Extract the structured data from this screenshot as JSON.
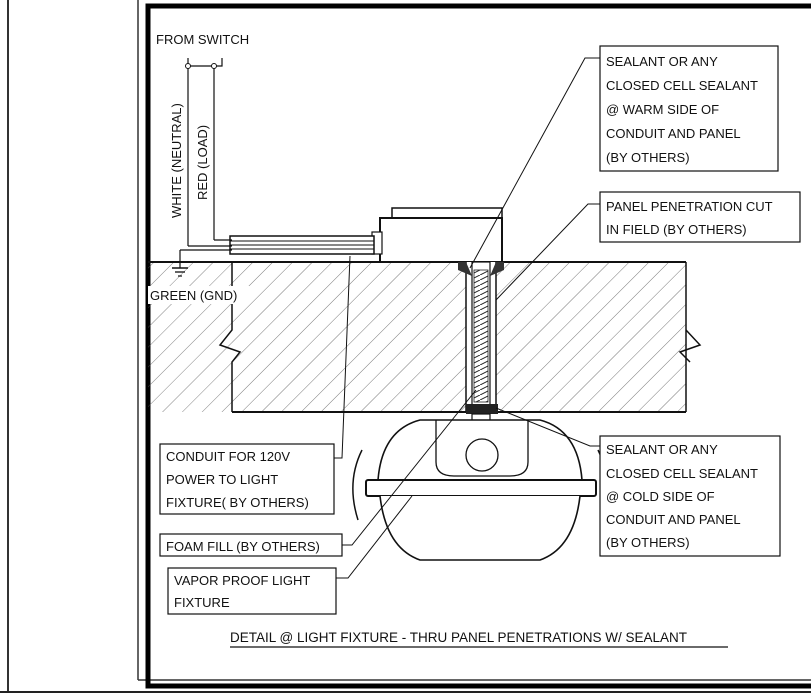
{
  "wires": {
    "from_switch": "FROM SWITCH",
    "white": "WHITE (NEUTRAL)",
    "red": "RED (LOAD)",
    "green": "GREEN (GND)"
  },
  "callouts": {
    "warm_sealant": [
      "SEALANT OR ANY",
      "CLOSED CELL SEALANT",
      "@ WARM SIDE OF",
      "CONDUIT AND PANEL",
      "(BY OTHERS)"
    ],
    "penetration": [
      "PANEL PENETRATION CUT",
      "IN FIELD (BY OTHERS)"
    ],
    "cold_sealant": [
      "SEALANT OR ANY",
      "CLOSED CELL SEALANT",
      "@ COLD SIDE OF",
      "CONDUIT AND PANEL",
      "(BY OTHERS)"
    ],
    "conduit": [
      "CONDUIT FOR 120V",
      "POWER TO LIGHT",
      "FIXTURE( BY OTHERS)"
    ],
    "foam": [
      "FOAM FILL (BY OTHERS)"
    ],
    "fixture": [
      "VAPOR PROOF LIGHT",
      "FIXTURE"
    ]
  },
  "caption": "DETAIL @ LIGHT FIXTURE - THRU PANEL PENETRATIONS W/ SEALANT"
}
